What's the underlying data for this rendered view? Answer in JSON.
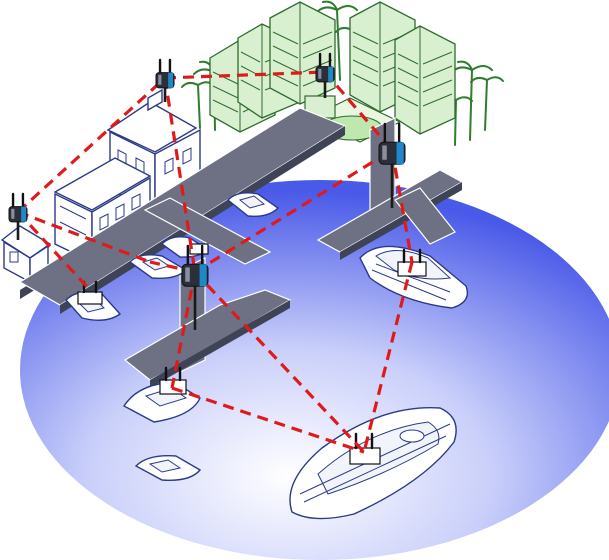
{
  "diagram": {
    "kind": "wireless-marina-mesh-network",
    "colors": {
      "water_light": "#ffffff",
      "water_dark": "#4a5ae8",
      "pier": "#6d7183",
      "link": "#e01a1a",
      "tower": "#d9f0d0",
      "node_accent": "#1e88c8"
    },
    "icons": [
      "wireless-access-point-icon",
      "cruise-ship-icon",
      "motorboat-icon",
      "building-icon",
      "palm-tree-icon",
      "pier-icon"
    ],
    "links": [
      [
        "ap-house",
        "ap-mansion"
      ],
      [
        "ap-mansion",
        "ap-resort"
      ],
      [
        "ap-mansion",
        "ap-center"
      ],
      [
        "ap-resort",
        "ap-dock-right"
      ],
      [
        "ap-house",
        "bridge-boat-a"
      ],
      [
        "ap-house",
        "bridge-car"
      ],
      [
        "ap-center",
        "bridge-car"
      ],
      [
        "ap-center",
        "ap-dock-right"
      ],
      [
        "ap-center",
        "bridge-boat-b"
      ],
      [
        "ap-center",
        "bridge-ship-bottom"
      ],
      [
        "ap-dock-right",
        "bridge-ship-top"
      ],
      [
        "bridge-ship-top",
        "bridge-ship-bottom"
      ],
      [
        "bridge-boat-b",
        "bridge-ship-bottom"
      ]
    ]
  }
}
